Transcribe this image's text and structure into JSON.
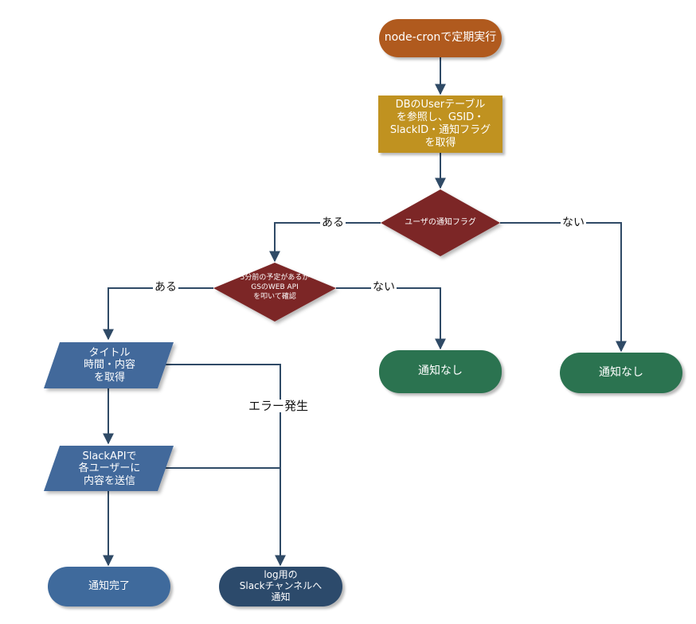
{
  "colors": {
    "start": "#B05A1E",
    "process": "#C09220",
    "decision": "#7C2828",
    "end_none": "#2B7350",
    "io": "#42699B",
    "end_done": "#3F6A9C",
    "end_log": "#2C4A6B",
    "connector": "#2F4A66"
  },
  "nodes": {
    "start": "node-cronで定期実行",
    "fetch_user": "DBのUserテーブル\nを参照し、GSID・\nSlackID・通知フラグ\nを取得",
    "decision_flag": "ユーザの通知フラグ",
    "decision_schedule": "5分前の予定があるか\nGSのWEB API\nを叩いて確認",
    "none_1": "通知なし",
    "none_2": "通知なし",
    "get_title": "タイトル\n時間・内容\nを取得",
    "send_slack": "SlackAPIで\n各ユーザーに\n内容を送信",
    "done": "通知完了",
    "log": "log用の\nSlackチャンネルへ\n通知"
  },
  "edge_labels": {
    "flag_yes": "ある",
    "flag_no": "ない",
    "schedule_yes": "ある",
    "schedule_no": "ない",
    "error": "エラー発生"
  }
}
